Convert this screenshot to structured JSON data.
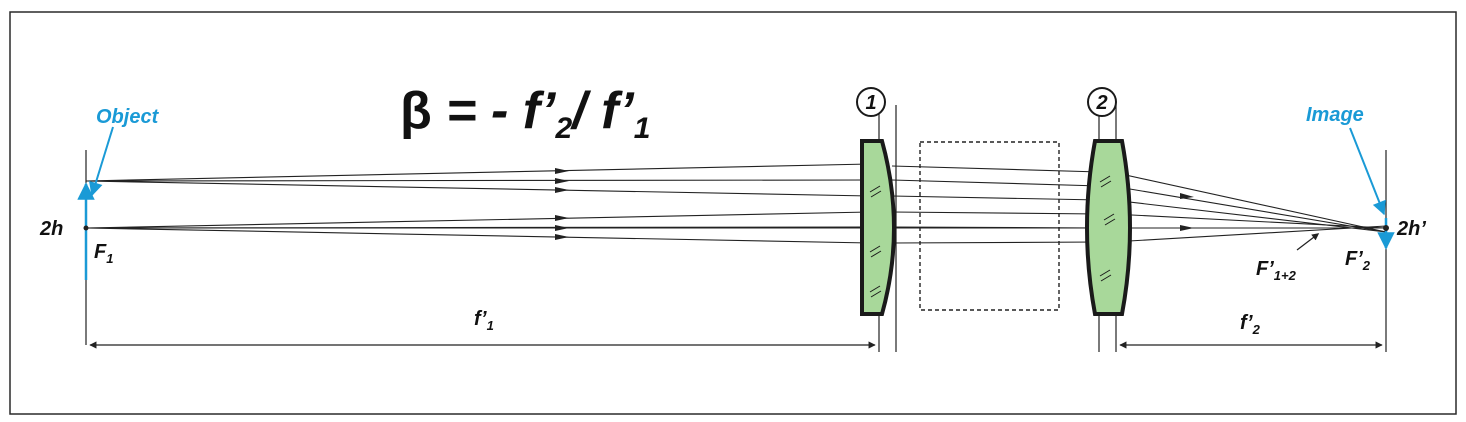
{
  "diagram": {
    "formula": {
      "beta": "β",
      "eq": " = - f’",
      "sub2": "2",
      "slash": "/ f’",
      "sub1": "1"
    },
    "labels": {
      "object": "Object",
      "image": "Image",
      "two_h": "2h",
      "two_h_prime": "2h’",
      "f1_main": "F",
      "f1_sub": "1",
      "f2_main": "F’",
      "f2_sub": "2",
      "f12_main": "F’",
      "f12_sub": "1+2",
      "focal1_main": "f’",
      "focal1_sub": "1",
      "focal2_main": "f’",
      "focal2_sub": "2"
    },
    "lens_numbers": [
      "1",
      "2"
    ],
    "colors": {
      "frame": "#1a1a1a",
      "arrow_blue": "#1a9ad6",
      "lens_fill": "#a8d89a",
      "lens_stroke": "#1a1a1a",
      "ray": "#222222"
    }
  }
}
